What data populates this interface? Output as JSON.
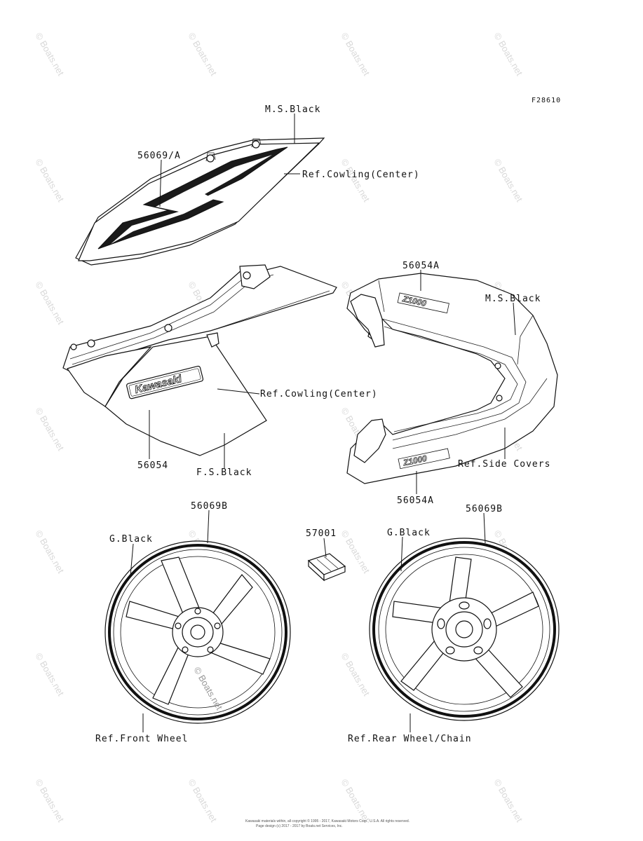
{
  "figure_id": "F28610",
  "watermark": "© Boats.net",
  "copyright_line1": "Kawasaki materials within, all copyright © 1995 - 2017, Kawasaki Motors Corp., U.S.A. All rights reserved.",
  "copyright_line2": "Page design (c) 2017 - 2017 by Boats.net Services, Inc.",
  "decal_text": {
    "kawasaki": "Kawasaki",
    "z1000": "Z1000"
  },
  "callouts": {
    "ms_black_top": "M.S.Black",
    "part_56069A": "56069/A",
    "ref_cowling_center_top": "Ref.Cowling(Center)",
    "part_56054A_top": "56054A",
    "ms_black_right": "M.S.Black",
    "ref_cowling_center_mid": "Ref.Cowling(Center)",
    "part_56054": "56054",
    "fs_black": "F.S.Black",
    "ref_side_covers": "Ref.Side Covers",
    "part_56054A_bottom": "56054A",
    "part_56069B_left": "56069B",
    "g_black_left": "G.Black",
    "part_57001": "57001",
    "g_black_right": "G.Black",
    "part_56069B_right": "56069B",
    "ref_front_wheel": "Ref.Front Wheel",
    "ref_rear_wheel": "Ref.Rear Wheel/Chain"
  }
}
